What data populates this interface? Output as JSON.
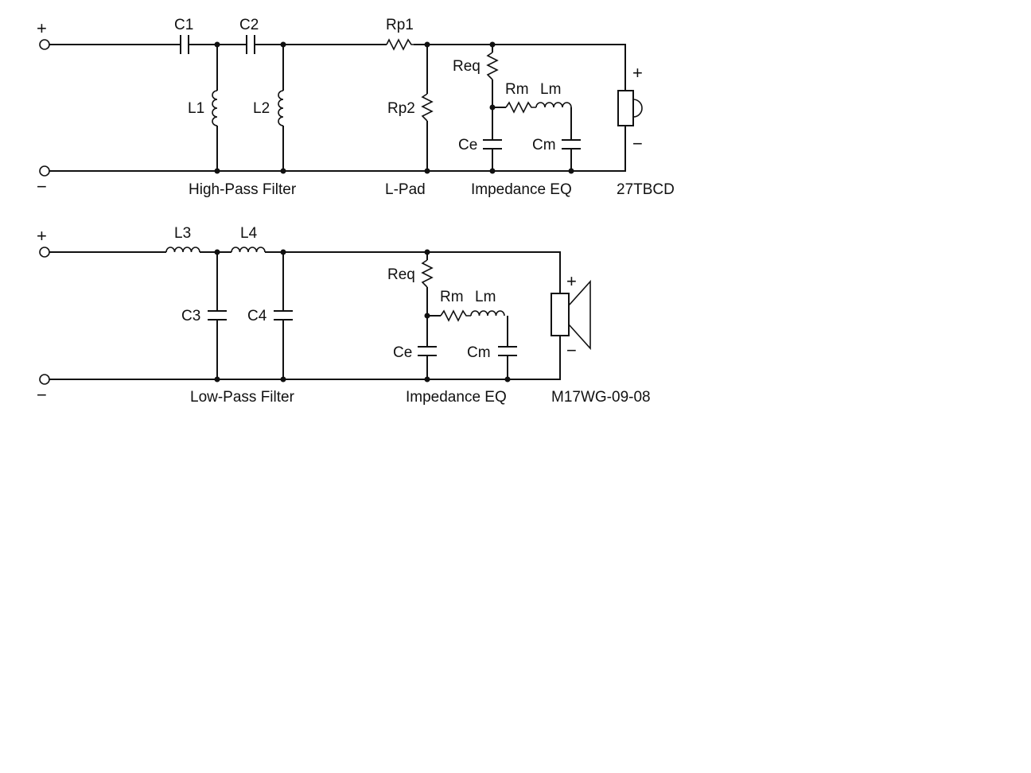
{
  "tweeter_circuit": {
    "plus": "+",
    "minus": "−",
    "c1": "C1",
    "c2": "C2",
    "l1": "L1",
    "l2": "L2",
    "rp1": "Rp1",
    "rp2": "Rp2",
    "req": "Req",
    "rm": "Rm",
    "lm": "Lm",
    "ce": "Ce",
    "cm": "Cm",
    "driver_plus": "+",
    "driver_minus": "−",
    "section_high_pass": "High-Pass Filter",
    "section_l_pad": "L-Pad",
    "section_impedance_eq": "Impedance EQ",
    "driver_model": "27TBCD"
  },
  "woofer_circuit": {
    "plus": "+",
    "minus": "−",
    "l3": "L3",
    "l4": "L4",
    "c3": "C3",
    "c4": "C4",
    "req": "Req",
    "rm": "Rm",
    "lm": "Lm",
    "ce": "Ce",
    "cm": "Cm",
    "driver_plus": "+",
    "driver_minus": "−",
    "section_low_pass": "Low-Pass Filter",
    "section_impedance_eq": "Impedance EQ",
    "driver_model": "M17WG-09-08"
  }
}
